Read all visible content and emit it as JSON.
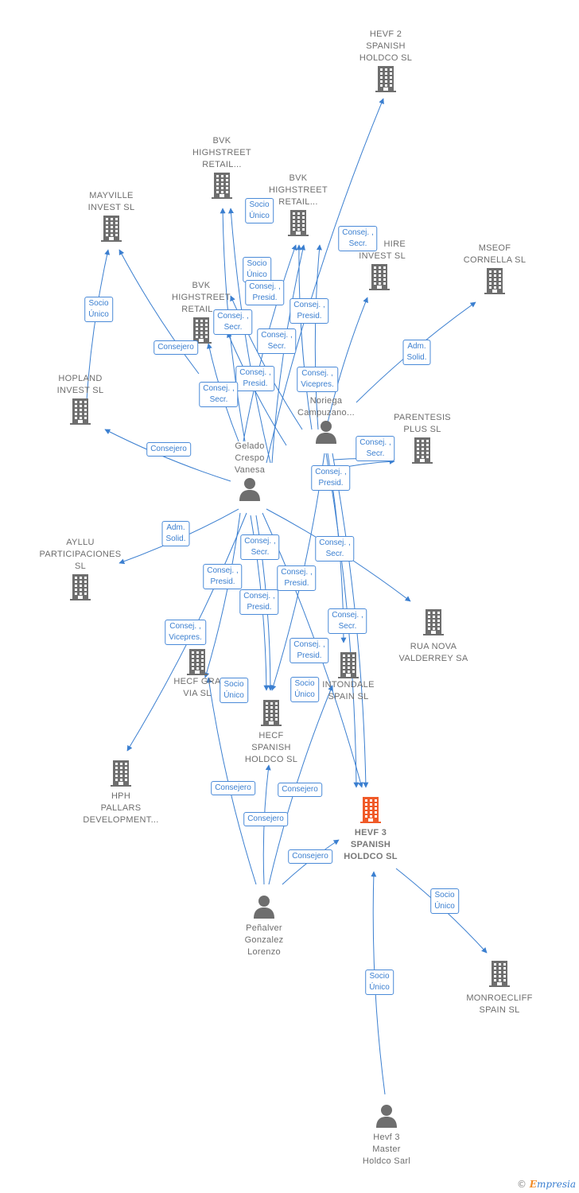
{
  "colors": {
    "edge": "#3b7fd0",
    "node_gray": "#6e6e6e",
    "main_node": "#f05a28"
  },
  "nodes": {
    "hevf2": {
      "lines": [
        "HEVF 2",
        "SPANISH",
        "HOLDCO SL"
      ],
      "icon": "building-icon"
    },
    "bvk1": {
      "lines": [
        "BVK",
        "HIGHSTREET",
        "RETAIL..."
      ],
      "icon": "building-icon"
    },
    "bvk2": {
      "lines": [
        "BVK",
        "HIGHSTREET",
        "RETAIL..."
      ],
      "icon": "building-icon"
    },
    "mayville": {
      "lines": [
        "MAYVILLE",
        "INVEST SL"
      ],
      "icon": "building-icon"
    },
    "hire": {
      "lines": [
        "HIRE",
        "INVEST SL"
      ],
      "icon": "building-icon"
    },
    "mseof": {
      "lines": [
        "MSEOF",
        "CORNELLA SL"
      ],
      "icon": "building-icon"
    },
    "bvk3": {
      "lines": [
        "BVK",
        "HIGHSTREET",
        "RETAIL..."
      ],
      "icon": "building-icon"
    },
    "hopland": {
      "lines": [
        "HOPLAND",
        "INVEST SL"
      ],
      "icon": "building-icon"
    },
    "noriega": {
      "lines": [
        "Noriega",
        "Campuzano..."
      ],
      "icon": "person-icon"
    },
    "parentesis": {
      "lines": [
        "PARENTESIS",
        "PLUS SL"
      ],
      "icon": "building-icon"
    },
    "gelado": {
      "lines": [
        "Gelado",
        "Crespo",
        "Vanesa"
      ],
      "icon": "person-icon"
    },
    "ayllu": {
      "lines": [
        "AYLLU",
        "PARTICIPACIONES",
        "SL"
      ],
      "icon": "building-icon"
    },
    "ruanova": {
      "lines": [
        "RUA NOVA",
        "VALDERREY SA"
      ],
      "icon": "building-icon"
    },
    "hecfgranvia": {
      "lines": [
        "HECF GRA",
        "VIA SL"
      ],
      "icon": "building-icon"
    },
    "intondale": {
      "lines": [
        "INTONDALE",
        "SPAIN SL"
      ],
      "icon": "building-icon"
    },
    "hecfspanish": {
      "lines": [
        "HECF",
        "SPANISH",
        "HOLDCO SL"
      ],
      "icon": "building-icon"
    },
    "hph": {
      "lines": [
        "HPH",
        "PALLARS",
        "DEVELOPMENT..."
      ],
      "icon": "building-icon"
    },
    "hevf3": {
      "lines": [
        "HEVF 3",
        "SPANISH",
        "HOLDCO SL"
      ],
      "icon": "building-icon"
    },
    "penalver": {
      "lines": [
        "Peñalver",
        "Gonzalez",
        "Lorenzo"
      ],
      "icon": "person-icon"
    },
    "monroecliff": {
      "lines": [
        "MONROECLIFF",
        "SPAIN SL"
      ],
      "icon": "building-icon"
    },
    "hevf3master": {
      "lines": [
        "Hevf 3",
        "Master",
        "Holdco Sarl"
      ],
      "icon": "person-icon"
    }
  },
  "edge_labels": [
    [
      "Consej. ,",
      "Secr."
    ],
    [
      "Socio",
      "Único"
    ],
    [
      "Socio",
      "Único"
    ],
    [
      "Consej. ,",
      "Presid."
    ],
    [
      "Consej. ,",
      "Presid."
    ],
    [
      "Consej. ,",
      "Secr."
    ],
    [
      "Socio",
      "Único"
    ],
    [
      "Consejero"
    ],
    [
      "Consej. ,",
      "Secr."
    ],
    [
      "Adm.",
      "Solid."
    ],
    [
      "Consej. ,",
      "Presid."
    ],
    [
      "Consej. ,",
      "Vicepres."
    ],
    [
      "Consej. ,",
      "Secr."
    ],
    [
      "Consejero"
    ],
    [
      "Consej. ,",
      "Secr."
    ],
    [
      "Consej. ,",
      "Presid."
    ],
    [
      "Adm.",
      "Solid."
    ],
    [
      "Consej. ,",
      "Secr."
    ],
    [
      "Consej. ,",
      "Secr."
    ],
    [
      "Consej. ,",
      "Presid."
    ],
    [
      "Consej. ,",
      "Presid."
    ],
    [
      "Consej. ,",
      "Presid."
    ],
    [
      "Consej. ,",
      "Vicepres."
    ],
    [
      "Consej. ,",
      "Secr."
    ],
    [
      "Consej. ,",
      "Presid."
    ],
    [
      "Socio",
      "Único"
    ],
    [
      "Socio",
      "Único"
    ],
    [
      "Consejero"
    ],
    [
      "Consejero"
    ],
    [
      "Consejero"
    ],
    [
      "Consejero"
    ],
    [
      "Socio",
      "Único"
    ],
    [
      "Socio",
      "Único"
    ]
  ],
  "footer": {
    "copyright": "©",
    "brand_first": "E",
    "brand_rest": "mpresia"
  }
}
